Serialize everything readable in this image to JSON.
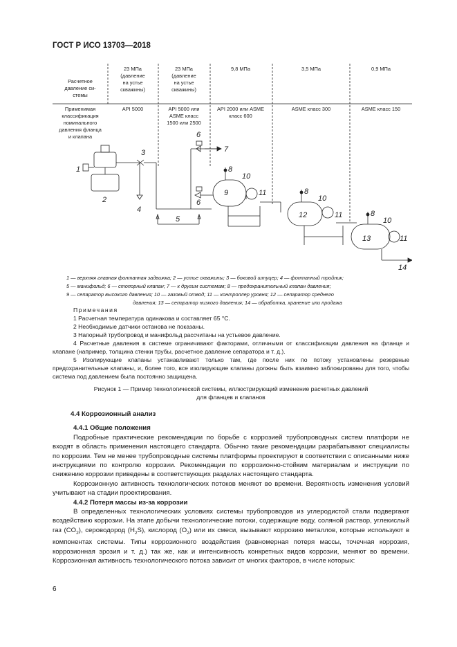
{
  "header": "ГОСТ Р ИСО 13703—2018",
  "table": {
    "row1_label": [
      "Расчетное",
      "давление си-",
      "стемы"
    ],
    "row1": [
      [
        "23  МПа",
        "(давление",
        "на устье",
        "скважины)"
      ],
      [
        "23  МПа",
        "(давление",
        "на устье",
        "скважины)"
      ],
      [
        "9,8 МПа"
      ],
      [
        "3,5 МПа"
      ],
      [
        "0,9 МПа"
      ]
    ],
    "row2_label": [
      "Применимая",
      "классификация",
      "номинального",
      "давления фланца",
      "и клапана"
    ],
    "row2": [
      [
        "API 5000"
      ],
      [
        "API 5000 или",
        "ASME класс",
        "1500 или 2500"
      ],
      [
        "API 2000 или ASME",
        "класс 600"
      ],
      [
        "ASME класс 300"
      ],
      [
        "ASME класс 150"
      ]
    ]
  },
  "diagram_labels": {
    "n1": "1",
    "n2": "2",
    "n3": "3",
    "n4": "4",
    "n5": "5",
    "n6a": "6",
    "n6b": "6",
    "n7": "7",
    "n8a": "8",
    "n8b": "8",
    "n8c": "8",
    "n9": "9",
    "n10a": "10",
    "n10b": "10",
    "n10c": "10",
    "n11a": "11",
    "n11b": "11",
    "n11c": "11",
    "n12": "12",
    "n13": "13",
    "n14": "14"
  },
  "legend": [
    "1 — верхняя главная фонтанная задвижка; 2 — устье скважины; 3 — боковой штуцер; 4 — фонтанный тройник;",
    "5 — манифольд; 6 — стопорный клапан; 7 — к другим системам; 8 — предохранительный клапан давления;",
    "9 — сепаратор высокого давления; 10 — газовый отвод; 11 — контроллер уровня; 12 — сепаратор среднего",
    "давления; 13 — сепаратор низкого давления; 14 — обработка, хранение или продажа"
  ],
  "notes": {
    "title": "Примечания",
    "items": [
      "1 Расчетная температура одинакова и составляет 65 °С.",
      "2 Необходимые датчики останова не показаны.",
      "3 Напорный трубопровод и манифольд рассчитаны на устьевое давление.",
      "4 Расчетные давления в системе ограничивают факторами, отличными от классификации давления на фланце и клапане (например, толщина стенки трубы, расчетное давление сепаратора и т. д.).",
      "5 Изолирующие клапаны устанавливают только там, где после них по потоку установлены резервные предохранительные клапаны, и, более того, все изолирующие клапаны должны быть взаимно заблокированы для того, чтобы система под давлением была постоянно защищена."
    ]
  },
  "figure_caption": [
    "Рисунок 1 — Пример технологической системы, иллюстрирующий изменение расчетных давлений",
    "для фланцев и клапанов"
  ],
  "section": {
    "h44": "4.4 Коррозионный анализ",
    "h441": "4.4.1 Общие положения",
    "p1": "Подробные практические рекомендации по борьбе с коррозией трубопроводных систем платформ не входят в область применения настоящего стандарта. Обычно такие рекомендации разрабатывают специалисты по коррозии. Тем не менее трубопроводные системы платформы проектируют в соответствии с описанными ниже инструкциями по контролю коррозии. Рекомендации по коррозионно-стойким материалам и инструкции по снижению коррозии приведены в соответствующих разделах настоящего стандарта.",
    "p2": "Коррозионную активность технологических потоков меняют во времени. Вероятность изменения условий учитывают на стадии проектирования.",
    "h442": "4.4.2 Потеря массы из-за коррозии",
    "p3_a": "В определенных технологических условиях системы трубопроводов из углеродистой стали подвергают воздействию коррозии. На этапе добычи технологические потоки, содержащие воду, соляной раствор, углекислый газ (CO",
    "p3_b": "), сероводород (H",
    "p3_c": "S), кислород (O",
    "p3_d": ") или их смеси, вызывают коррозию металлов, которые используют в компонентах системы. Типы коррозионного воздействия (равномерная потеря массы, точечная коррозия, коррозионная эрозия и т. д.) так же, как и интенсивность конкретных видов коррозии, меняют во времени. Коррозионная активность технологического потока зависит от многих факторов, в числе которых:",
    "sub2": "2"
  },
  "page_number": "6"
}
